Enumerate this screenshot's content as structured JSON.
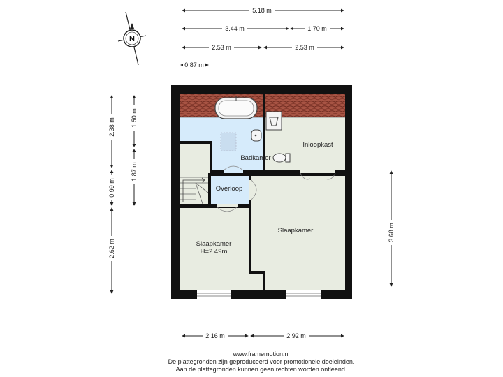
{
  "dimensions": {
    "top_total": "5.18 m",
    "top_left": "3.44 m",
    "top_right": "1.70 m",
    "mid_left": "2.53 m",
    "mid_right": "2.53 m",
    "small": "0.87 m",
    "left_outer_1": "2.38 m",
    "left_outer_2": "0.99 m",
    "left_outer_3": "2.62 m",
    "left_inner_1": "1.50 m",
    "left_inner_2": "1.87 m",
    "right": "3.68 m",
    "bottom_left": "2.16 m",
    "bottom_right": "2.92 m"
  },
  "rooms": {
    "badkamer": "Badkamer",
    "inloopkast": "Inloopkast",
    "overloop": "Overloop",
    "slaapkamer_left": "Slaapkamer",
    "slaapkamer_left_height": "H=2.49m",
    "slaapkamer_right": "Slaapkamer"
  },
  "compass": {
    "label": "N"
  },
  "footer": {
    "url": "www.framemotion.nl",
    "line1": "De plattegronden zijn geproduceerd voor promotionele doeleinden.",
    "line2": "Aan de plattegronden kunnen geen rechten worden ontleend."
  },
  "colors": {
    "wall": "#111111",
    "bathroom": "#d6ebfb",
    "room_floor": "#e8ece1",
    "roof_tiles": "#9a4a3a"
  }
}
